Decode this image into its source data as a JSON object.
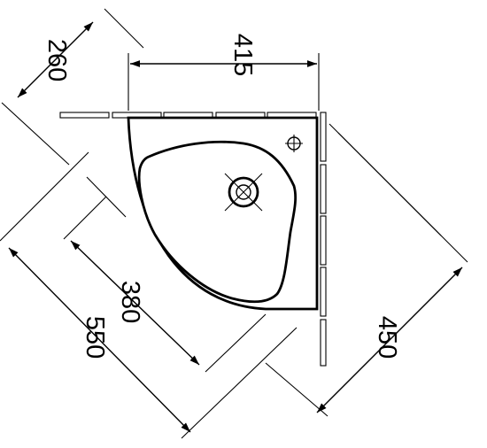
{
  "dimensions": {
    "top_width": "415",
    "top_left_diagonal": "260",
    "inner_diagonal": "380",
    "overall_diagonal": "550",
    "right_diagonal": "450"
  },
  "colors": {
    "ink": "#000000",
    "paper": "#ffffff"
  }
}
